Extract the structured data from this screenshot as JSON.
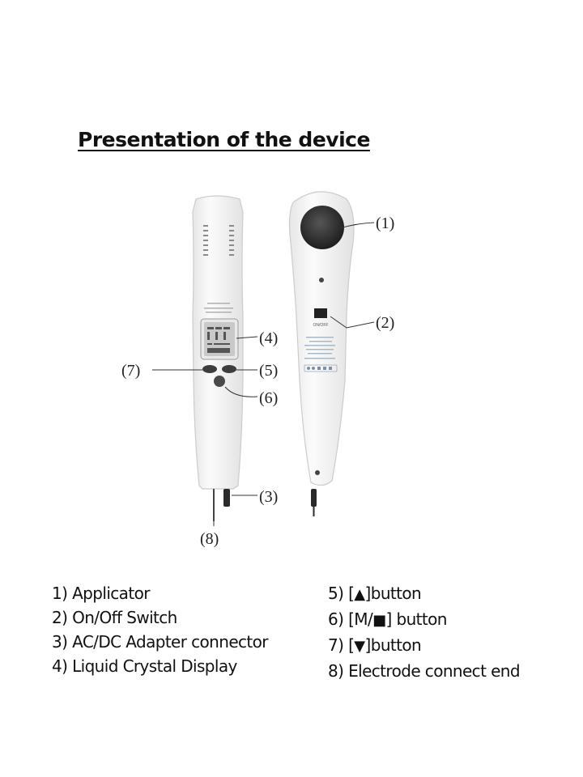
{
  "title": "Presentation of the device",
  "callouts": {
    "c1": "(1)",
    "c2": "(2)",
    "c3": "(3)",
    "c4": "(4)",
    "c5": "(5)",
    "c6": "(6)",
    "c7": "(7)",
    "c8": "(8)"
  },
  "device_labels": {
    "switch": "ON/OFF"
  },
  "legend_left": [
    "1) Applicator",
    "2) On/Off Switch",
    "3) AC/DC Adapter connector",
    "4) Liquid Crystal Display"
  ],
  "legend_right": {
    "i5": {
      "prefix": "5) [",
      "glyph": "▲",
      "suffix": "]button"
    },
    "i6": {
      "prefix": "6) [M/",
      "glyph": "■",
      "suffix": "] button"
    },
    "i7": {
      "prefix": "7) [",
      "glyph": "▼",
      "suffix": "]button"
    },
    "i8": {
      "prefix": "8) Electrode connect end",
      "glyph": "",
      "suffix": ""
    }
  },
  "colors": {
    "device_body": "#f4f4f4",
    "device_outline": "#c9c9c9",
    "lcd": "#cfcfcf",
    "applicator": "#2e2e2e"
  }
}
